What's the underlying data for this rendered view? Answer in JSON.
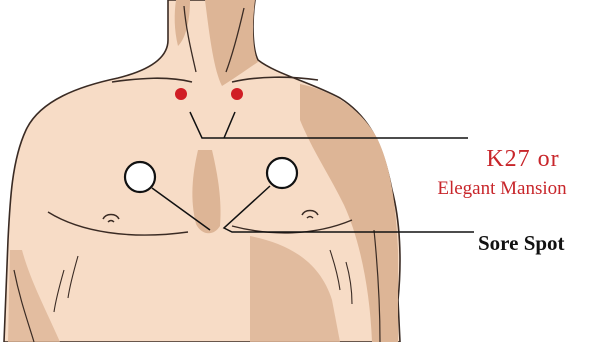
{
  "labels": {
    "k27": "K27  or",
    "elegant_mansion": "Elegant Mansion",
    "sore_spot": "Sore Spot"
  },
  "colors": {
    "skin": "#f7dcc6",
    "skin_shadow": "#ddb596",
    "outline": "#3a2b24",
    "acupoint": "#d01e25",
    "k27_label": "#c8262b",
    "sore_label": "#111111"
  }
}
